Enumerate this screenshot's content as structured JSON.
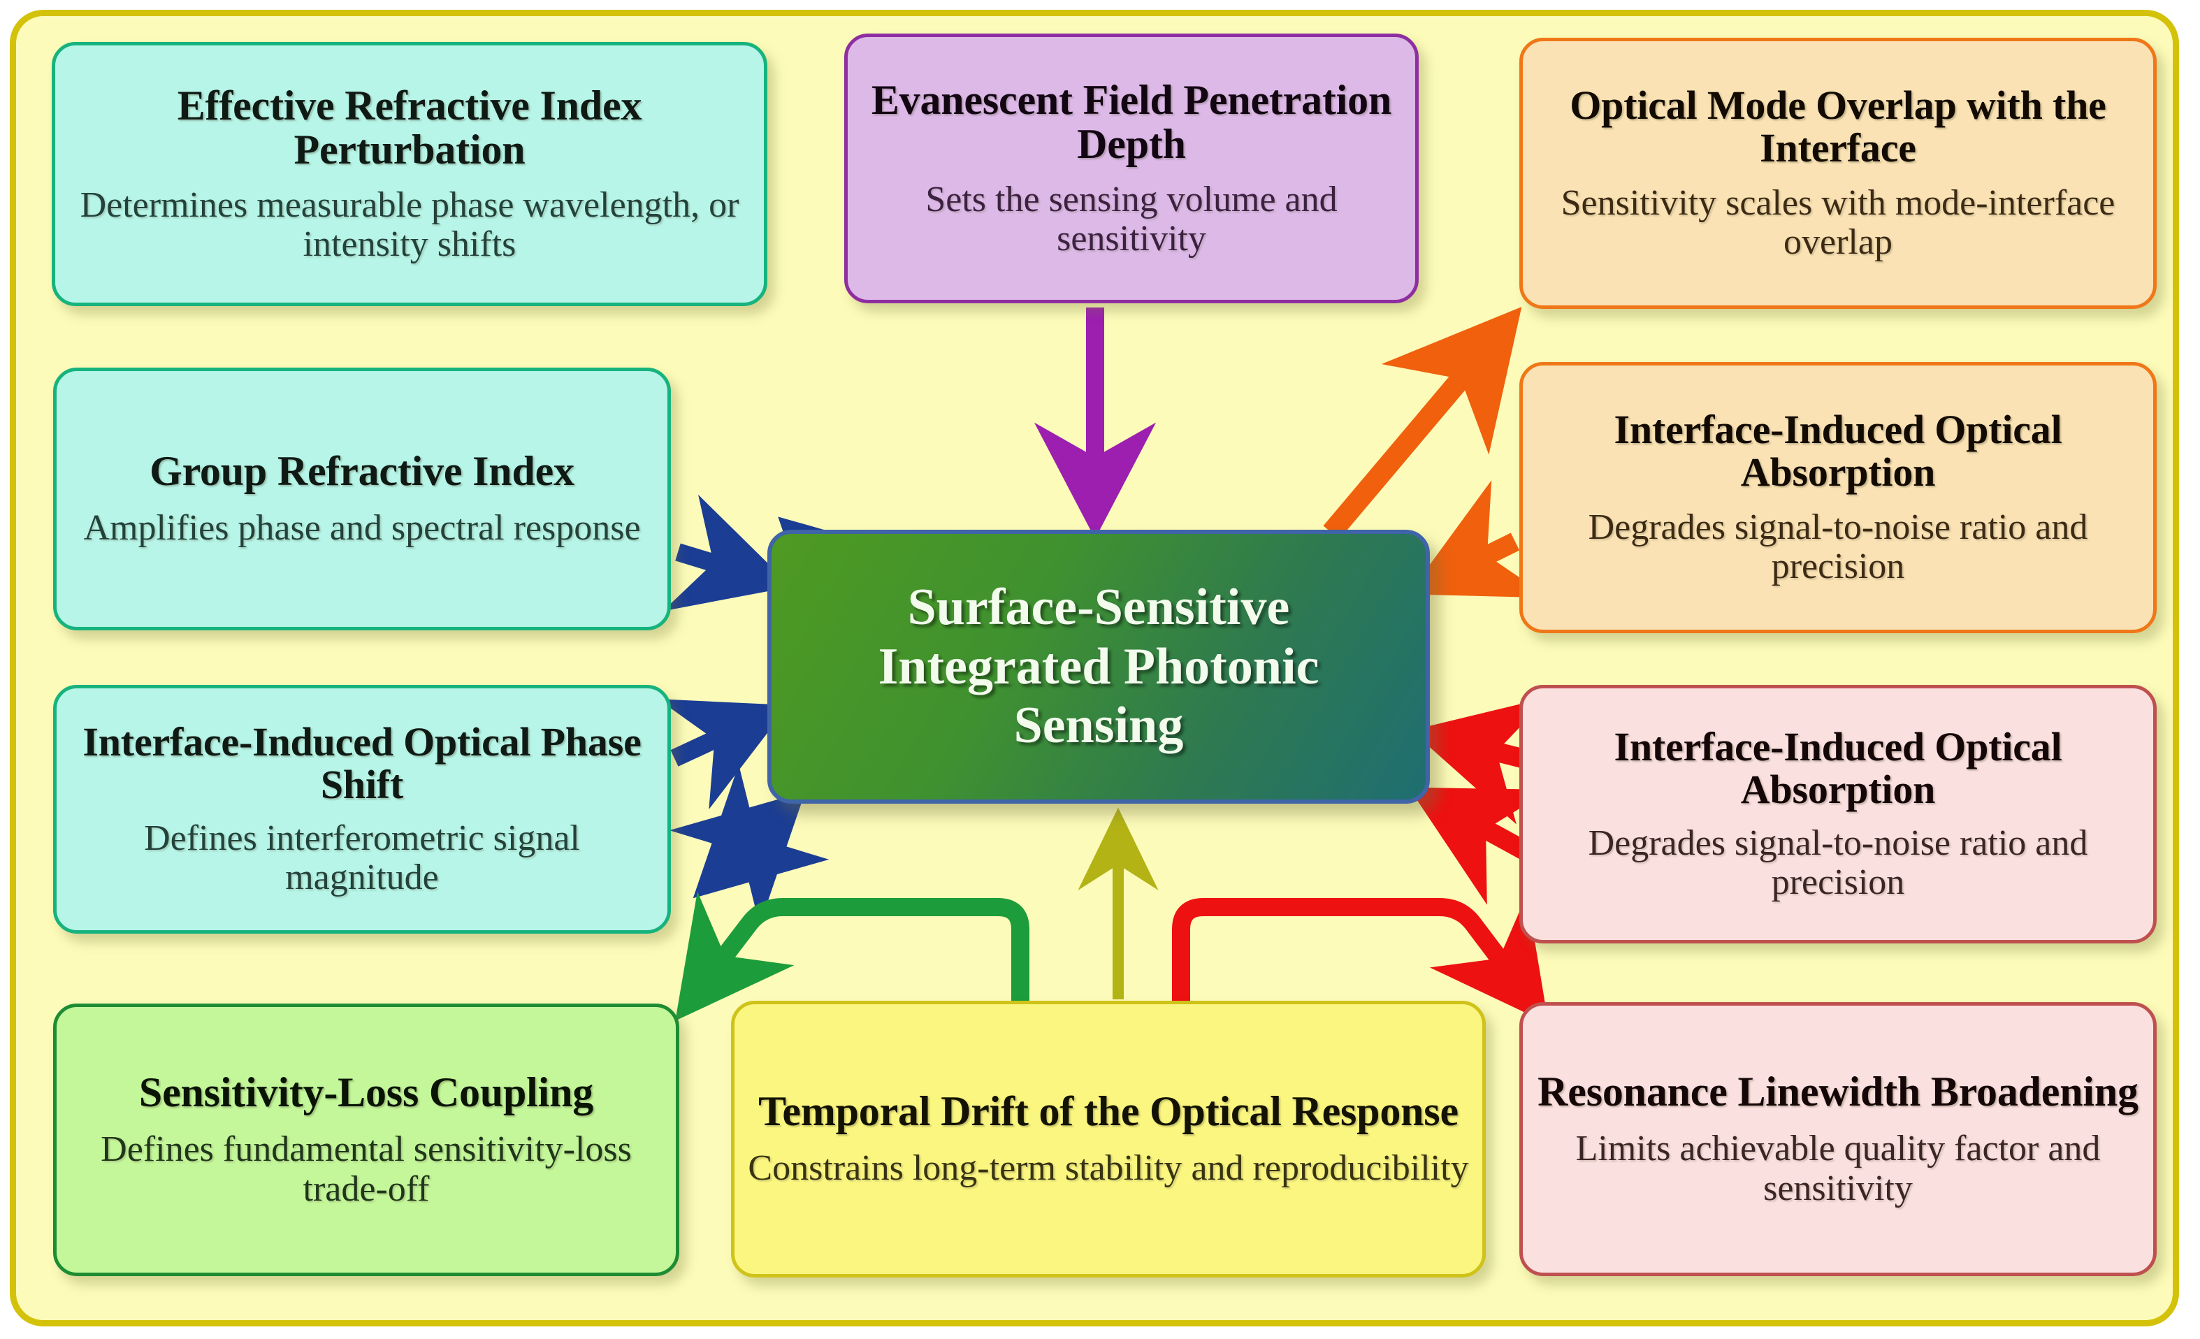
{
  "diagram": {
    "title": "Surface-Sensitive Integrated Photonic Sensing",
    "frame_color": "#d4c20a",
    "frame_fill": "#fcfbb9",
    "center": {
      "label": "Surface-Sensitive Integrated Photonic Sensing",
      "gradient_from": "#4f9a22",
      "gradient_to": "#1f6e72",
      "border_color": "#3f64a8",
      "text_color": "#f2fbec"
    },
    "nodes": [
      {
        "id": "effective-refractive-index-perturbation",
        "title": "Effective Refractive Index Perturbation",
        "subtitle": "Determines measurable phase wavelength, or intensity shifts",
        "fill": "#b6f5e8",
        "border": "#17b37e"
      },
      {
        "id": "evanescent-field-penetration-depth",
        "title": "Evanescent Field Penetration Depth",
        "subtitle": "Sets the sensing volume and sensitivity",
        "fill": "#ddb9e8",
        "border": "#8e2ea0"
      },
      {
        "id": "optical-mode-overlap-with-the-interface",
        "title": "Optical Mode Overlap with the Interface",
        "subtitle": "Sensitivity scales with mode-interface overlap",
        "fill": "#fae2b4",
        "border": "#ef7718"
      },
      {
        "id": "group-refractive-index",
        "title": "Group Refractive Index",
        "subtitle": "Amplifies phase and spectral response",
        "fill": "#b6f5e8",
        "border": "#17b37e"
      },
      {
        "id": "interface-induced-optical-absorption-orange",
        "title": "Interface-Induced Optical Absorption",
        "subtitle": "Degrades signal-to-noise ratio and precision",
        "fill": "#fae2b4",
        "border": "#ef7718"
      },
      {
        "id": "interface-induced-optical-phase-shift",
        "title": "Interface-Induced Optical Phase Shift",
        "subtitle": "Defines interferometric signal magnitude",
        "fill": "#b6f5e8",
        "border": "#17b37e"
      },
      {
        "id": "interface-induced-optical-absorption-pink",
        "title": "Interface-Induced Optical Absorption",
        "subtitle": "Degrades signal-to-noise ratio and precision",
        "fill": "#fbe0e0",
        "border": "#bf5050"
      },
      {
        "id": "sensitivity-loss-coupling",
        "title": "Sensitivity-Loss Coupling",
        "subtitle": "Defines fundamental sensitivity-loss trade-off",
        "fill": "#c4f79a",
        "border": "#1d8c33"
      },
      {
        "id": "temporal-drift-of-the-optical-response",
        "title": "Temporal Drift of the Optical Response",
        "subtitle": "Constrains long-term stability and reproducibility",
        "fill": "#fbf67f",
        "border": "#cfc31a"
      },
      {
        "id": "resonance-linewidth-broadening",
        "title": "Resonance Linewidth Broadening",
        "subtitle": "Limits achievable quality factor and sensitivity",
        "fill": "#fbe0e0",
        "border": "#bf5050"
      }
    ],
    "connectors": [
      {
        "id": "center-to-effective-refractive-index",
        "color": "#1b3d94",
        "style": "straight",
        "heads": "single"
      },
      {
        "id": "group-refractive-index-to-center",
        "color": "#1b3d94",
        "style": "straight",
        "heads": "single"
      },
      {
        "id": "phase-shift-to-center",
        "color": "#1b3d94",
        "style": "straight",
        "heads": "single"
      },
      {
        "id": "center-to-phase-shift",
        "color": "#1b3d94",
        "style": "straight",
        "heads": "double"
      },
      {
        "id": "evanescent-field-to-center",
        "color": "#9c1fb0",
        "style": "straight",
        "heads": "single"
      },
      {
        "id": "center-to-optical-mode-overlap",
        "color": "#f0600d",
        "style": "straight",
        "heads": "single"
      },
      {
        "id": "absorption-orange-to-center",
        "color": "#f0600d",
        "style": "straight",
        "heads": "single"
      },
      {
        "id": "absorption-pink-to-center",
        "color": "#ee1111",
        "style": "straight",
        "heads": "single"
      },
      {
        "id": "absorption-pink-to-center-lower",
        "color": "#ee1111",
        "style": "straight",
        "heads": "single"
      },
      {
        "id": "temporal-drift-to-center",
        "color": "#b3b316",
        "style": "straight",
        "heads": "single"
      },
      {
        "id": "temporal-drift-to-sensitivity-loss",
        "color": "#1d9c3c",
        "style": "elbow",
        "heads": "single"
      },
      {
        "id": "temporal-drift-to-resonance-linewidth",
        "color": "#ee1111",
        "style": "elbow",
        "heads": "single"
      }
    ]
  }
}
